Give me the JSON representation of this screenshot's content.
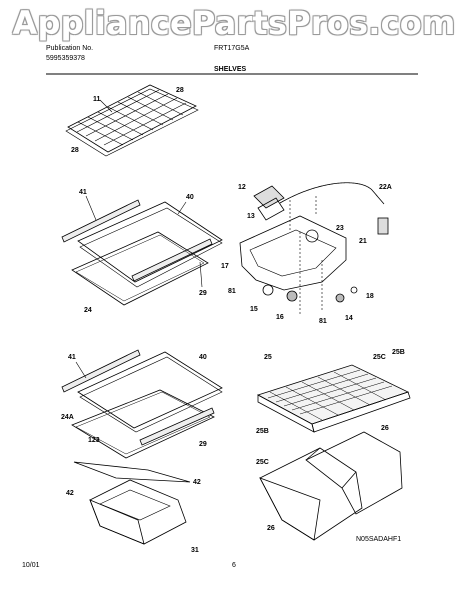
{
  "watermark": "AppliancePartsPros.com",
  "header": {
    "publication_label": "Publication No.",
    "publication_number": "5995359378",
    "model": "FRT17G5A",
    "section": "SHELVES"
  },
  "callouts": {
    "c11": "11",
    "c28a": "28",
    "c28b": "28",
    "c41a": "41",
    "c40a": "40",
    "c24a": "24",
    "c29a": "29",
    "c12": "12",
    "c22a": "22A",
    "c13": "13",
    "c23": "23",
    "c21": "21",
    "c17": "17",
    "c81a": "81",
    "c15": "15",
    "c16": "16",
    "c81b": "81",
    "c14": "14",
    "c18": "18",
    "c41b": "41",
    "c40b": "40",
    "c24ab": "24A",
    "c123": "123",
    "c29b": "29",
    "c42a": "42",
    "c42b": "42",
    "c31": "31",
    "c25": "25",
    "c25c1": "25C",
    "c25b1": "25B",
    "c26a": "26",
    "c25b2": "25B",
    "c25c2": "25C",
    "c26b": "26"
  },
  "footer": {
    "date": "10/01",
    "page": "6",
    "code": "N05SADAHF1"
  }
}
